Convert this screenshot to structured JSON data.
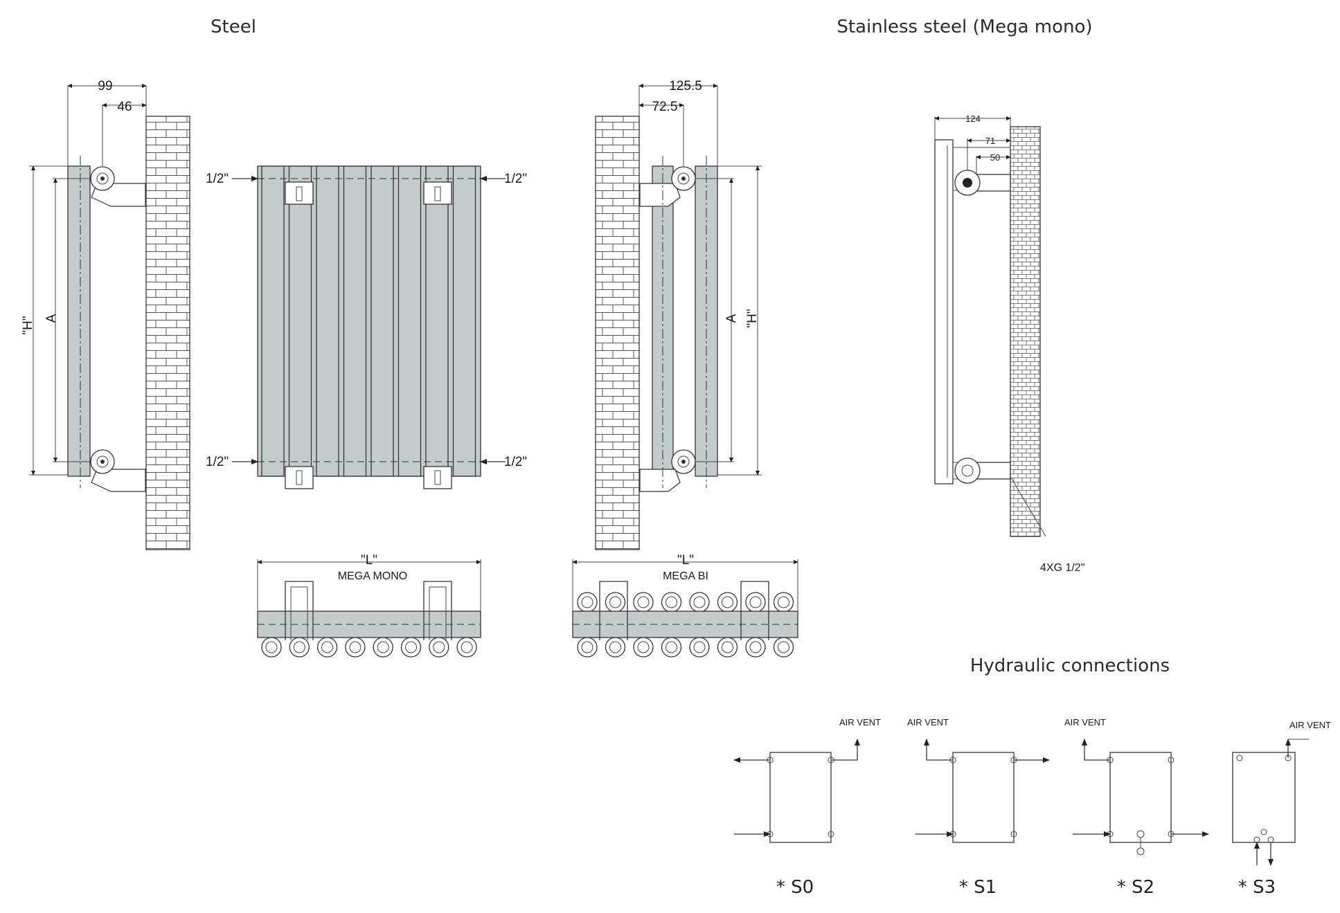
{
  "titles": {
    "steel": "Steel",
    "stainless": "Stainless steel (Mega mono)",
    "hydraulic": "Hydraulic connections"
  },
  "steel_side": {
    "dim_outer": "99",
    "dim_inner": "46",
    "label_h": "\"H\"",
    "label_a": "A"
  },
  "front": {
    "conn_tl": "1/2\"",
    "conn_tr": "1/2\"",
    "conn_bl": "1/2\"",
    "conn_br": "1/2\""
  },
  "bi_side": {
    "dim_outer": "125.5",
    "dim_inner": "72.5",
    "label_h": "\"H\"",
    "label_a": "A"
  },
  "stainless_side": {
    "dim_124": "124",
    "dim_71": "71",
    "dim_50": "50",
    "fixing": "4XG 1/2\""
  },
  "plan_mono": {
    "label_l": "\"L\"",
    "name": "MEGA MONO"
  },
  "plan_bi": {
    "label_l": "\"L\"",
    "name": "MEGA BI"
  },
  "hydraulic": {
    "air_vent": "AIR VENT",
    "codes": [
      "* S0",
      "* S1",
      "* S2",
      "* S3"
    ]
  }
}
